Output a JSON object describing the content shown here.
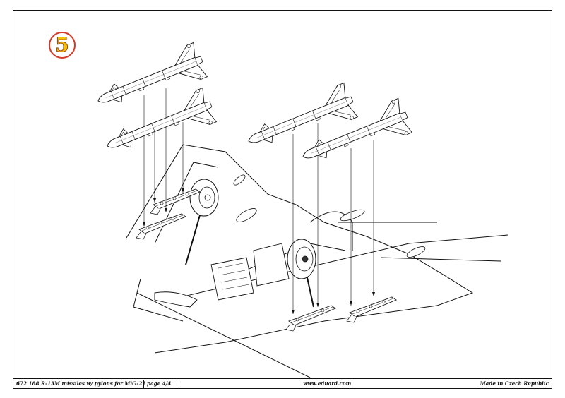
{
  "step": {
    "number": "5"
  },
  "footer": {
    "title": "672 188  R-13M missiles w/ pylons for MiG-21",
    "page": "page 4/4",
    "url": "www.eduard.com",
    "made_in": "Made in Czech Republic"
  },
  "colors": {
    "line": "#111111",
    "step_ring": "#d43a2a",
    "step_fill": "#f2c200"
  }
}
